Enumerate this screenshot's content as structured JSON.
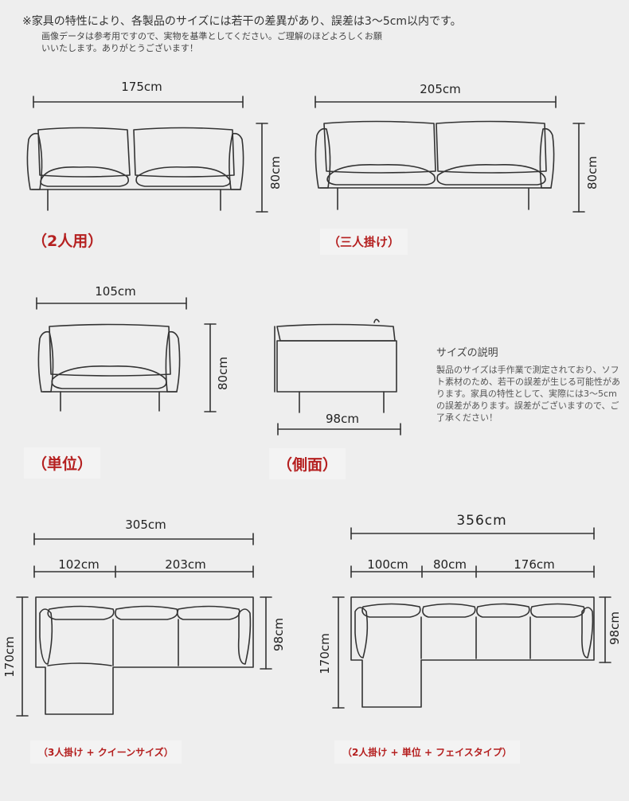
{
  "notes": {
    "line1": "※家具の特性により、各製品のサイズには若干の差異があり、誤差は3～5cm以内です。",
    "line2": "画像データは参考用ですので、実物を基準としてください。ご理解のほどよろしくお願いいたします。ありがとうございます！"
  },
  "sofa2": {
    "width": "175cm",
    "height": "80cm",
    "label": "（2人用）"
  },
  "sofa3": {
    "width": "205cm",
    "height": "80cm",
    "label": "（三人掛け）"
  },
  "single": {
    "width": "105cm",
    "height": "80cm",
    "label": "（単位）"
  },
  "side": {
    "depth": "98cm",
    "label": "（側面）"
  },
  "info": {
    "title": "サイズの説明",
    "body": "製品のサイズは手作業で測定されており、ソフト素材のため、若干の誤差が生じる可能性があります。家具の特性として、実際には3～5cmの誤差があります。誤差がございますので、ご了承ください！"
  },
  "lshape1": {
    "total": "305cm",
    "part1": "102cm",
    "part2": "203cm",
    "depth": "98cm",
    "length": "170cm",
    "label": "（3人掛け + クイーンサイズ）"
  },
  "lshape2": {
    "total": "356cm",
    "part1": "100cm",
    "part2": "80cm",
    "part3": "176cm",
    "depth": "98cm",
    "length": "170cm",
    "label": "（2人掛け + 単位 + フェイスタイプ）"
  },
  "colors": {
    "label_red": "#b52020",
    "line": "#333333"
  }
}
